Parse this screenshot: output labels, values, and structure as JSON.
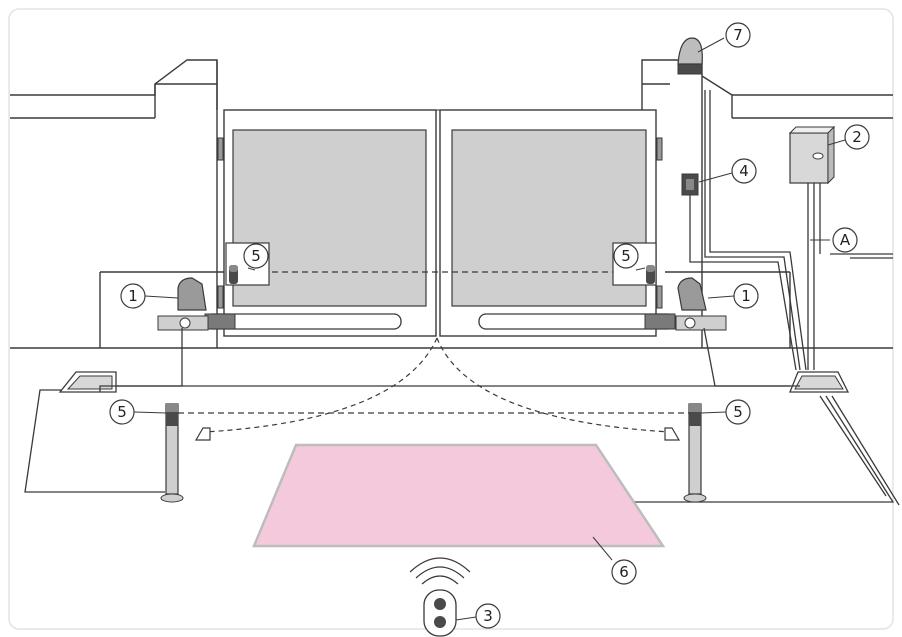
{
  "callouts": {
    "c1_left": "1",
    "c1_right": "1",
    "c2": "2",
    "c3": "3",
    "c4": "4",
    "c5_left_gate": "5",
    "c5_right_gate": "5",
    "c5_left_post": "5",
    "c5_right_post": "5",
    "c6": "6",
    "c7": "7",
    "cA": "A"
  },
  "colors": {
    "line": "#3a3a3a",
    "gate_panel": "#cfcfcf",
    "zone": "#f4c9dc",
    "motor": "#9a9a9a",
    "device": "#bdbdbd"
  }
}
